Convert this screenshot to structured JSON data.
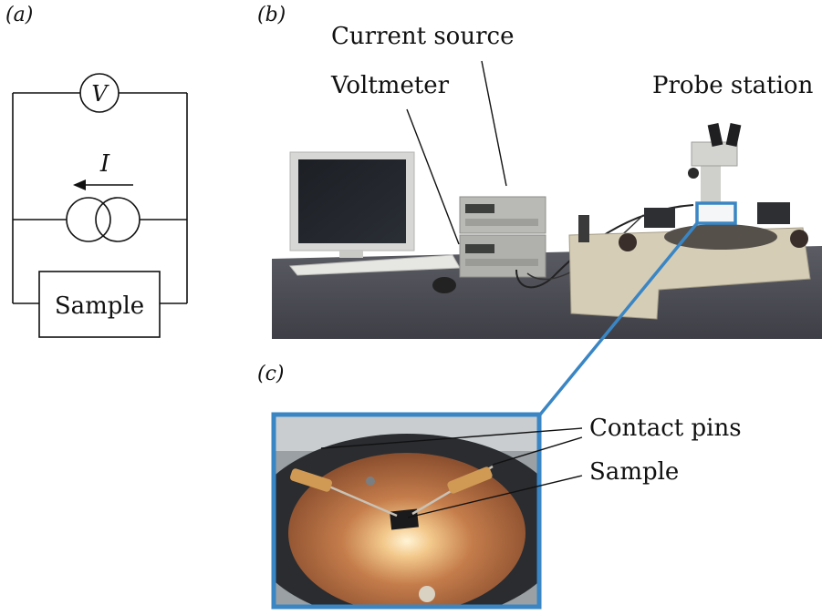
{
  "panels": {
    "a": "(a)",
    "b": "(b)",
    "c": "(c)"
  },
  "circuit": {
    "voltmeter_symbol": "V",
    "current_symbol": "I",
    "sample_label": "Sample"
  },
  "photo_labels": {
    "current_source": "Current source",
    "voltmeter": "Voltmeter",
    "probe_station": "Probe station",
    "contact_pins": "Contact pins",
    "sample": "Sample"
  },
  "colors": {
    "ink": "#111111",
    "highlight_blue": "#3a86c4",
    "bench": "#4c4d55",
    "instrument_gray": "#b8b8b4",
    "copper_chuck": "#b36a3e"
  }
}
